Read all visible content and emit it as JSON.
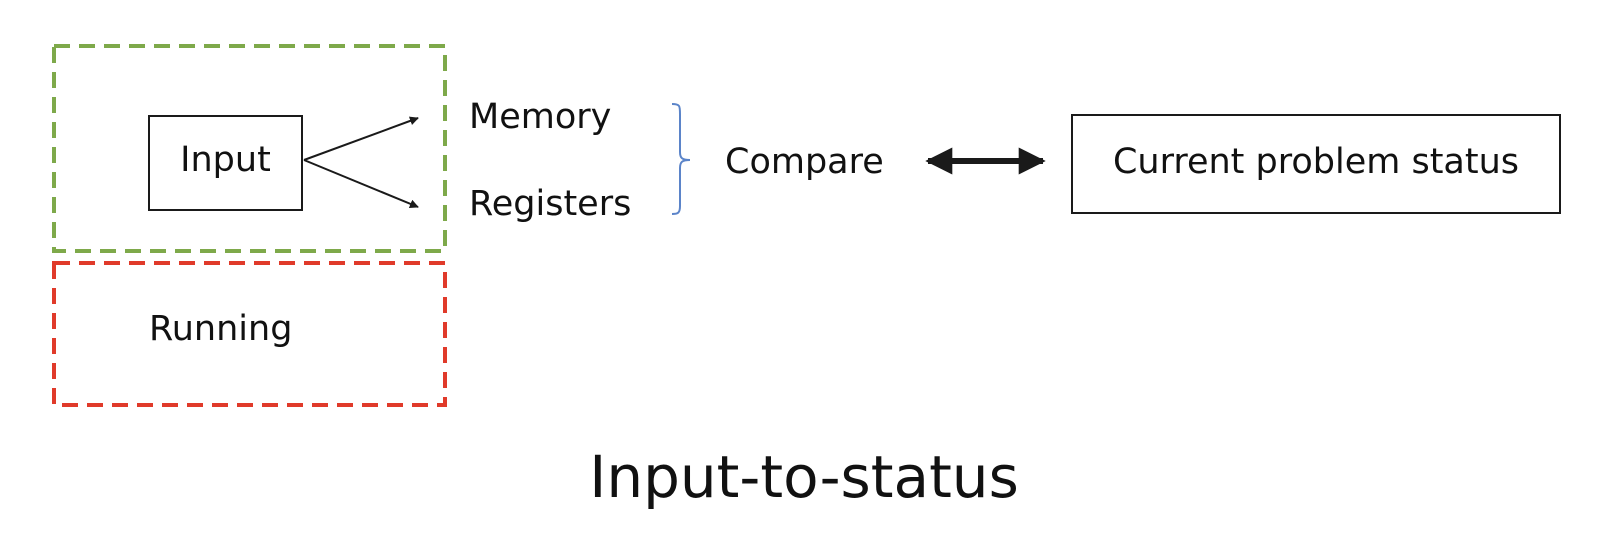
{
  "diagram": {
    "input_label": "Input",
    "memory_label": "Memory",
    "registers_label": "Registers",
    "compare_label": "Compare",
    "status_label": "Current problem status",
    "running_label": "Running",
    "caption": "Input-to-status"
  },
  "colors": {
    "green_region": "#7ea94a",
    "red_region": "#e03a2a",
    "bracket": "#5b84c9",
    "stroke": "#1a1a1a"
  }
}
